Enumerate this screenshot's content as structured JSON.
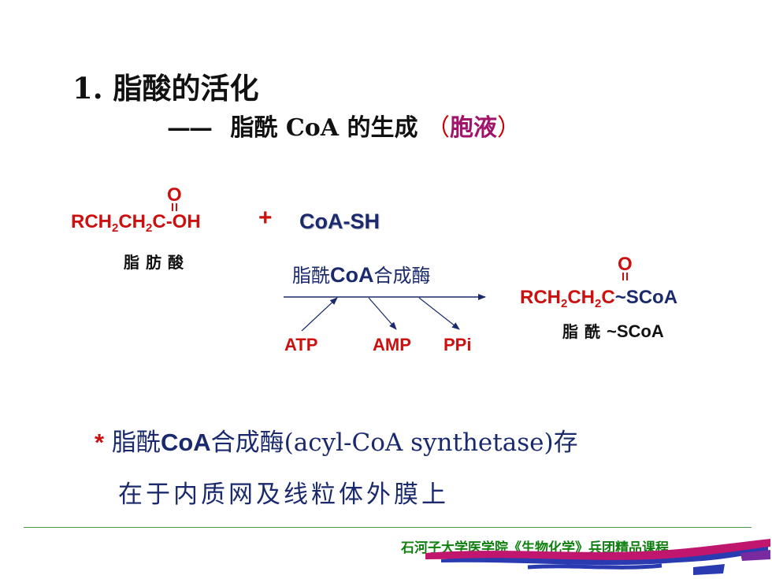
{
  "title": "1. 脂酸的活化",
  "subtitle": {
    "dash": "——",
    "text": "脂酰 CoA 的生成",
    "paren_open": "（",
    "location": "胞液",
    "paren_close": "）"
  },
  "reaction": {
    "fatty_acid": {
      "oxygen": "O",
      "formula_a": "RCH",
      "sub1": "2",
      "formula_b": "CH",
      "sub2": "2",
      "formula_c": "C-OH",
      "name": "脂肪酸"
    },
    "plus": "+",
    "coash": "CoA-SH",
    "enzyme": {
      "a": "脂酰",
      "b": "CoA",
      "c": "合成酶"
    },
    "product": {
      "oxygen": "O",
      "formula_a": "RCH",
      "sub1": "2",
      "formula_b": "CH",
      "sub2": "2",
      "formula_c": "C",
      "formula_tail": "~SCoA",
      "name_cjk": "脂酰",
      "name_tail": "~SCoA"
    },
    "atp": "ATP",
    "amp": "AMP",
    "ppi": "PPi"
  },
  "note": {
    "star": "*",
    "a": "脂酰",
    "b": "CoA",
    "c": "合成酶(acyl-CoA synthetase)存",
    "line2": "在于内质网及线粒体外膜上"
  },
  "footer": "石河子大学医学院《生物化学》兵团精品课程",
  "colors": {
    "red": "#cc1010",
    "navy": "#1a2a6c",
    "magenta": "#a0156a",
    "green": "#108010"
  }
}
